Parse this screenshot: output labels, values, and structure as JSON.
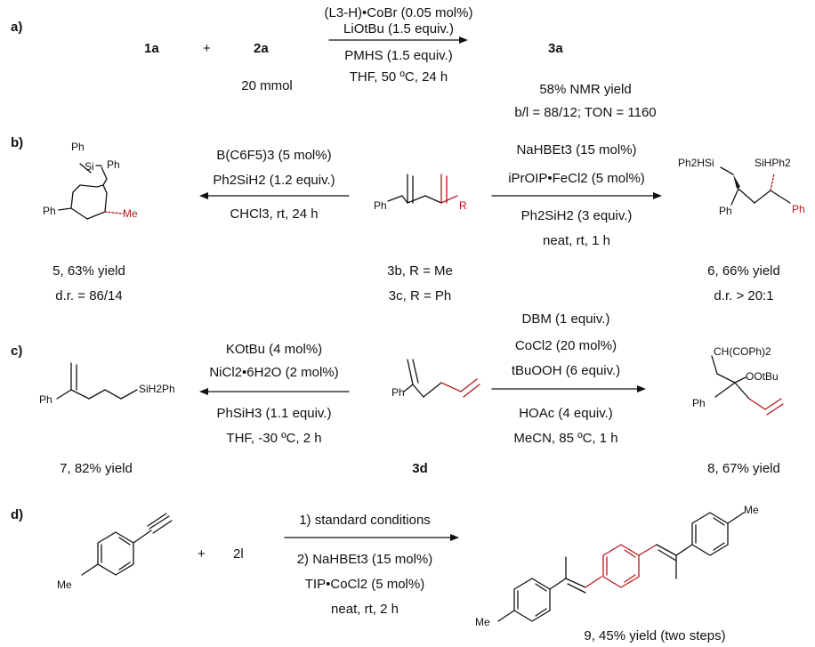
{
  "colors": {
    "ink": "#111111",
    "highlight": "#b5161b"
  },
  "panels": {
    "a": {
      "label": "a)",
      "sm1": "1a",
      "plus": "+",
      "sm2": "2a",
      "scale": "20 mmol",
      "cond_above": [
        "(L3-H)•CoBr (0.05 mol%)",
        "LiOtBu (1.5 equiv.)"
      ],
      "cond_below": [
        "PMHS (1.5 equiv.)",
        "THF, 50 ºC, 24 h"
      ],
      "product": "3a",
      "result": [
        "58% NMR yield",
        "b/l = 88/12; TON = 1160"
      ]
    },
    "b": {
      "label": "b)",
      "left_cond": [
        "B(C6F5)3 (5 mol%)",
        "Ph2SiH2 (1.2 equiv.)",
        "CHCl3, rt, 24 h"
      ],
      "right_cond": [
        "NaHBEt3 (15 mol%)",
        "iPrOIP•FeCl2 (5 mol%)",
        "Ph2SiH2 (3 equiv.)",
        "neat, rt, 1 h"
      ],
      "sm_labels": [
        "3b, R = Me",
        "3c, R = Ph"
      ],
      "p5": [
        "5, 63% yield",
        "d.r. = 86/14"
      ],
      "p6": [
        "6, 66% yield",
        "d.r. > 20:1"
      ],
      "struct_text": {
        "ph": "Ph",
        "si": "Si",
        "me": "Me",
        "r": "R",
        "ph2hsi": "Ph2HSi",
        "sihph2": "SiHPh2"
      }
    },
    "c": {
      "label": "c)",
      "left_cond": [
        "KOtBu (4 mol%)",
        "NiCl2•6H2O (2 mol%)",
        "PhSiH3 (1.1 equiv.)",
        "THF, -30 ºC, 2 h"
      ],
      "right_cond": [
        "DBM (1 equiv.)",
        "CoCl2 (20 mol%)",
        "tBuOOH (6 equiv.)",
        "HOAc (4 equiv.)",
        "MeCN, 85 ºC, 1 h"
      ],
      "sm": "3d",
      "p7": "7, 82% yield",
      "p8": "8, 67% yield",
      "struct_text": {
        "sih2ph": "SiH2Ph",
        "ch": "CH(COPh)2",
        "oo": "OOtBu"
      }
    },
    "d": {
      "label": "d)",
      "plus": "+",
      "reagent": "2l",
      "cond_above": [
        "1) standard conditions"
      ],
      "cond_below": [
        "2) NaHBEt3 (15 mol%)",
        "TIP•CoCl2 (5 mol%)",
        "neat, rt, 2 h"
      ],
      "p9": "9, 45% yield (two steps)",
      "struct_text": {
        "me": "Me"
      }
    }
  }
}
